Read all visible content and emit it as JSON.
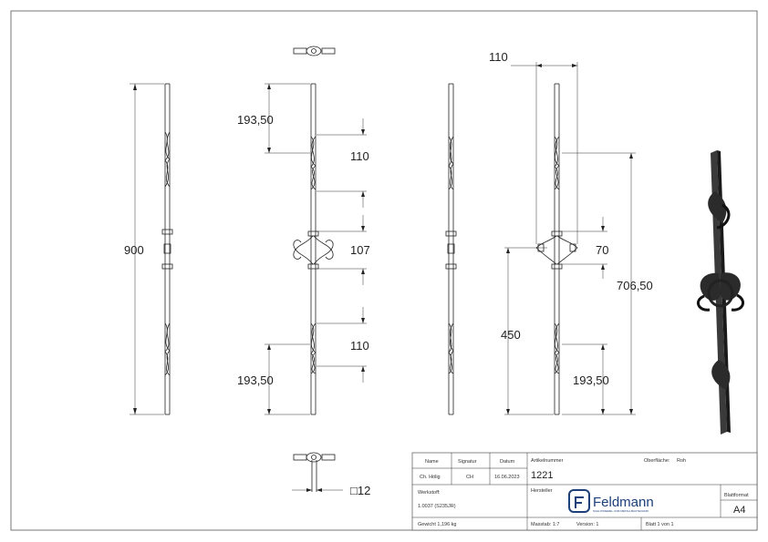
{
  "dimensions": {
    "total_height": "900",
    "top_offset_b": "193,50",
    "twist_upper_b": "110",
    "center_b": "107",
    "twist_lower_b": "110",
    "bottom_offset_b": "193,50",
    "width_d": "110",
    "center_d": "70",
    "height_d": "706,50",
    "lower_d": "450",
    "bottom_offset_d": "193,50",
    "section": "□12"
  },
  "titleblock": {
    "h_name": "Name",
    "h_signatur": "Signatur",
    "h_datum": "Datum",
    "v_name": "Ch. Hölig",
    "v_signatur": "CH",
    "v_datum": "16.06.2023",
    "l_artikel": "Artikelnummer",
    "v_artikel": "1221",
    "l_oberflaeche": "Oberfläche:",
    "v_oberflaeche": "Roh",
    "l_werkstoff": "Werkstoff:",
    "v_werkstoff": "1.0037 (S235JR)",
    "l_hersteller": "Hersteller",
    "logo_name": "Feldmann",
    "logo_sub": "SCHLOSSEREI- UND METALLBAUTECHNIK",
    "l_blattformat": "Blattformat",
    "v_blattformat": "A4",
    "gewicht": "Gewicht 1,196 kg",
    "massstab": "Masstab: 1:7",
    "version": "Version: 1",
    "blatt": "Blatt 1 von 1"
  },
  "colors": {
    "line": "#222222",
    "frame": "#555555",
    "logo": "#1d3f7a"
  }
}
